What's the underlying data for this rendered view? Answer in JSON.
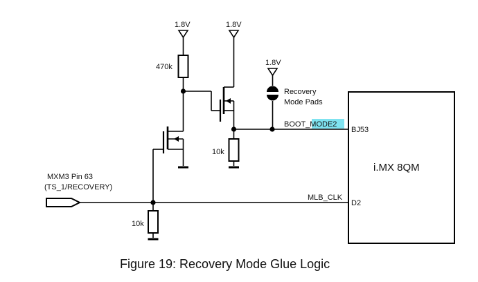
{
  "figure": {
    "caption": "Figure 19: Recovery Mode Glue Logic"
  },
  "labels": {
    "supply_1": "1.8V",
    "supply_2": "1.8V",
    "supply_3": "1.8V",
    "r_pullup": "470k",
    "r_boot": "10k",
    "r_input": "10k",
    "pads": [
      "Recovery",
      "Mode Pads"
    ],
    "boot_net_prefix": "BOOT_",
    "boot_net_highlight": "MODE2",
    "clk_net": "MLB_CLK",
    "chip": "i.MX 8QM",
    "pin_boot": "BJ53",
    "pin_clk": "D2",
    "connector": [
      "MXM3 Pin 63",
      "(TS_1/RECOVERY)"
    ]
  },
  "colors": {
    "highlight": "#7fe3f0",
    "line": "#000000",
    "text": "#111111"
  }
}
